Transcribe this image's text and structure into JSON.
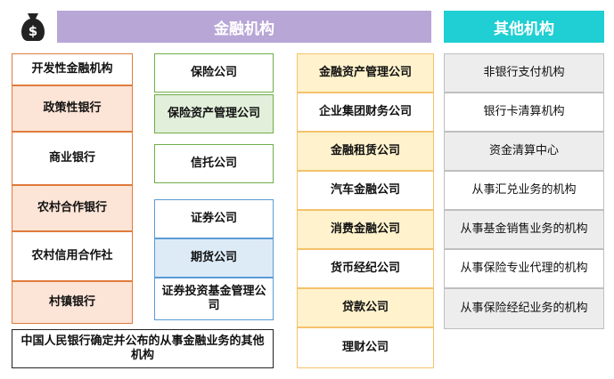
{
  "icon": "money-bag-icon",
  "header_main": {
    "title": "金融机构",
    "color": "#b7a6d6"
  },
  "header_other": {
    "title": "其他机构",
    "color": "#1fcfd3"
  },
  "col1": {
    "items": [
      "开发性金融机构",
      "政策性银行",
      "商业银行",
      "农村合作银行",
      "农村信用合作社",
      "村镇银行"
    ],
    "border_color": "#e07b3d",
    "fill_colors": [
      "#ffffff",
      "#fce4d6"
    ]
  },
  "col1_note": "中国人民银行确定并公布的从事金融业务的其他机构",
  "col2_groups": {
    "green": {
      "items": [
        "保险公司",
        "保险资产管理公司",
        "信托公司"
      ],
      "border_color": "#70ad47",
      "fill_color": "#e2efda"
    },
    "blue": {
      "items": [
        "证券公司",
        "期货公司",
        "证券投资基金管理公司"
      ],
      "border_color": "#5b9bd5",
      "fill_color": "#ddebf7"
    }
  },
  "col3": {
    "items": [
      "金融资产管理公司",
      "企业集团财务公司",
      "金融租赁公司",
      "汽车金融公司",
      "消费金融公司",
      "货币经纪公司",
      "贷款公司",
      "理财公司"
    ],
    "border_color": "#f4c26b",
    "fill_color": "#fff2cc"
  },
  "col4": {
    "items": [
      "非银行支付机构",
      "银行卡清算机构",
      "资金清算中心",
      "从事汇兑业务的机构",
      "从事基金销售业务的机构",
      "从事保险专业代理的机构",
      "从事保险经纪业务的机构"
    ],
    "border_color": "#bfbfbf",
    "fill_color": "#ededed"
  }
}
